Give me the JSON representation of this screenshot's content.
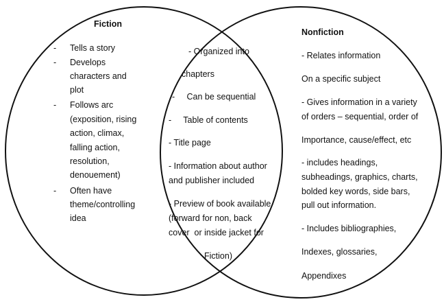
{
  "colors": {
    "outline": "#111111",
    "text": "#111111",
    "background": "#ffffff"
  },
  "fiction": {
    "title": "Fiction",
    "bullets": [
      [
        "Tells a story"
      ],
      [
        "Develops",
        "characters and",
        "plot"
      ],
      [
        "Follows arc",
        "(exposition, rising",
        "action, climax,",
        "falling action,",
        "resolution,",
        "denouement)"
      ],
      [
        "Often have",
        "theme/controlling",
        "idea"
      ]
    ]
  },
  "overlap": {
    "lines": [
      "- Organized into",
      "chapters",
      "-     Can be sequential",
      "-     Table of contents",
      "- Title page",
      "- Information about author",
      "and publisher included",
      "- Preview of book available",
      "(forward for non, back",
      "cover  or inside jacket for",
      "Fiction)"
    ]
  },
  "nonfiction": {
    "title": "Nonfiction",
    "lines": [
      "- Relates information",
      "On a specific subject",
      "- Gives information in a variety",
      "of orders – sequential, order of",
      "Importance, cause/effect, etc",
      "- includes headings,",
      "subheadings, graphics, charts,",
      "bolded key words, side bars,",
      "pull out information.",
      "- Includes bibliographies,",
      "Indexes, glossaries,",
      "Appendixes"
    ]
  }
}
